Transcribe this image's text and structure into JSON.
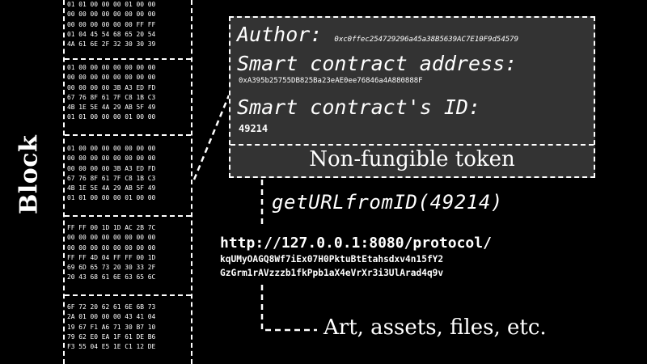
{
  "block_label": "Block",
  "hex_groups": [
    [
      "01 01 00 00 00 01 00 00",
      "00 00 00 00 00 00 00 00",
      "00 00 00 00 00 00 FF FF",
      "01 04 45 54 68 65 20 54",
      "4A 61 6E 2F 32 30 30 39"
    ],
    [
      "01 00 00 00 00 00 00 00",
      "00 00 00 00 00 00 00 00",
      "00 00 00 00 3B A3 ED FD",
      "67 76 8F 61 7F C8 1B C3",
      "4B 1E 5E 4A 29 AB 5F 49",
      "01 01 00 00 00 01 00 00"
    ],
    [
      "01 00 00 00 00 00 00 00",
      "00 00 00 00 00 00 00 00",
      "00 00 00 00 3B A3 ED FD",
      "67 76 8F 61 7F C8 1B C3",
      "4B 1E 5E 4A 29 AB 5F 49",
      "01 01 00 00 00 01 00 00"
    ],
    [
      "FF FF 00 1D 1D AC 2B 7C",
      "00 00 00 00 00 00 00 00",
      "00 00 00 00 00 00 00 00",
      "FF FF 4D 04 FF FF 00 1D",
      "69 6D 65 73 20 30 33 2F",
      "20 43 68 61 6E 63 65 6C"
    ],
    [
      "6F 72 20 62 61 6E 6B 73",
      "2A 01 00 00 00 43 41 04",
      "19 67 F1 A6 71 30 B7 10",
      "79 62 E0 EA 1F 61 DE B6",
      "F3 55 04 E5 1E C1 12 DE"
    ]
  ],
  "nft": {
    "author_label": "Author:",
    "author_value": "0xc0ffec254729296a45a38B5639AC7E10F9d54579",
    "contract_address_label": "Smart contract address:",
    "contract_address_value": "0xA395b25755DB825Ba23eAE0ee76846a4A880888F",
    "contract_id_label": "Smart contract's ID:",
    "contract_id_value": "49214",
    "title": "Non-fungible token"
  },
  "function_call": "getURLfromID(49214)",
  "url": {
    "line1": "http://127.0.0.1:8080/protocol/",
    "line2": "kqUMyOAGQ8Wf7iEx07H0PktuBtEtahsdxv4n15fY2",
    "line3": "GzGrm1rAVzzzb1fkPpb1aX4eVrXr3i3UlArad4q9v"
  },
  "result_label": "Art, assets, files, etc."
}
